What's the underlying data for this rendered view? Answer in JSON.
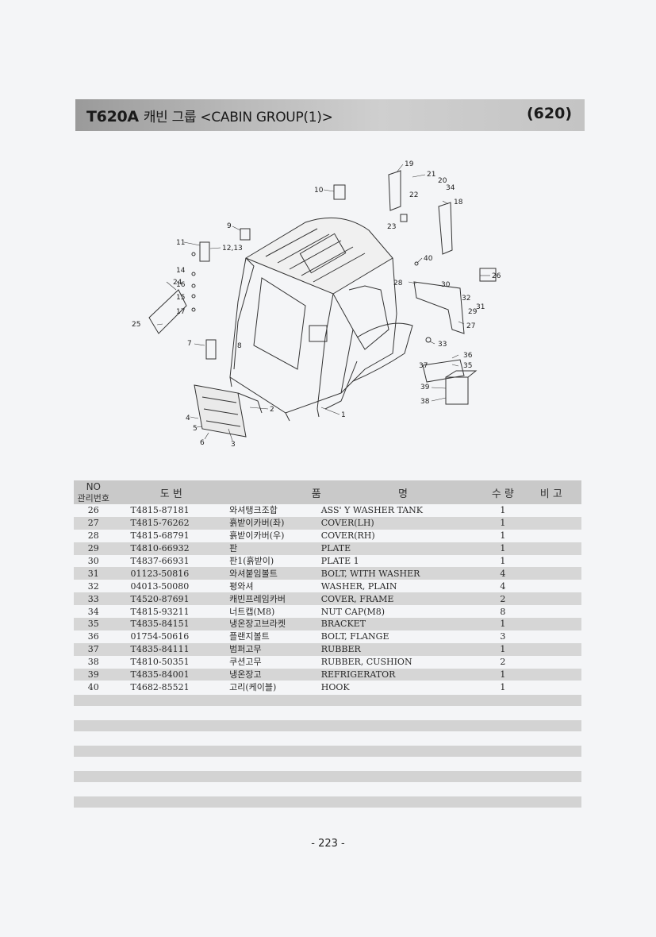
{
  "header": {
    "model": "T620A",
    "title": "캐빈 그룹 <CABIN GROUP(1)>",
    "code": "(620)"
  },
  "diagram": {
    "callouts": [
      "1",
      "2",
      "3",
      "4",
      "5",
      "6",
      "7",
      "8",
      "9",
      "10",
      "11",
      "12,13",
      "14",
      "15",
      "16",
      "17",
      "18",
      "19",
      "20",
      "21",
      "22",
      "23",
      "24",
      "25",
      "26",
      "27",
      "28",
      "29",
      "30",
      "31",
      "32",
      "33",
      "34",
      "35",
      "36",
      "37",
      "38",
      "39",
      "40"
    ]
  },
  "table": {
    "headers": {
      "no": "NO",
      "mgmt": "관리번호",
      "part_no": "도 번",
      "name_a": "품",
      "name_b": "명",
      "qty": "수 량",
      "remarks": "비 고"
    },
    "rows": [
      {
        "no": "26",
        "part_no": "T4815-87181",
        "name_kr": "와셔탱크조합",
        "name_en": "ASS' Y WASHER TANK",
        "qty": "1"
      },
      {
        "no": "27",
        "part_no": "T4815-76262",
        "name_kr": "흙받이카버(좌)",
        "name_en": "COVER(LH)",
        "qty": "1"
      },
      {
        "no": "28",
        "part_no": "T4815-68791",
        "name_kr": "흙받이카버(우)",
        "name_en": "COVER(RH)",
        "qty": "1"
      },
      {
        "no": "29",
        "part_no": "T4810-66932",
        "name_kr": "판",
        "name_en": "PLATE",
        "qty": "1"
      },
      {
        "no": "30",
        "part_no": "T4837-66931",
        "name_kr": "판1(흙받이)",
        "name_en": "PLATE 1",
        "qty": "1"
      },
      {
        "no": "31",
        "part_no": "01123-50816",
        "name_kr": "와셔붙임볼트",
        "name_en": "BOLT, WITH WASHER",
        "qty": "4"
      },
      {
        "no": "32",
        "part_no": "04013-50080",
        "name_kr": "평와셔",
        "name_en": "WASHER, PLAIN",
        "qty": "4"
      },
      {
        "no": "33",
        "part_no": "T4520-87691",
        "name_kr": "캐빈프레임카버",
        "name_en": "COVER, FRAME",
        "qty": "2"
      },
      {
        "no": "34",
        "part_no": "T4815-93211",
        "name_kr": "너트캡(M8)",
        "name_en": "NUT CAP(M8)",
        "qty": "8"
      },
      {
        "no": "35",
        "part_no": "T4835-84151",
        "name_kr": "냉온장고브라켓",
        "name_en": "BRACKET",
        "qty": "1"
      },
      {
        "no": "36",
        "part_no": "01754-50616",
        "name_kr": "플랜지볼트",
        "name_en": "BOLT, FLANGE",
        "qty": "3"
      },
      {
        "no": "37",
        "part_no": "T4835-84111",
        "name_kr": "범퍼고무",
        "name_en": "RUBBER",
        "qty": "1"
      },
      {
        "no": "38",
        "part_no": "T4810-50351",
        "name_kr": "쿠션고무",
        "name_en": "RUBBER, CUSHION",
        "qty": "2"
      },
      {
        "no": "39",
        "part_no": "T4835-84001",
        "name_kr": "냉온장고",
        "name_en": "REFRIGERATOR",
        "qty": "1"
      },
      {
        "no": "40",
        "part_no": "T4682-85521",
        "name_kr": "고리(케이블)",
        "name_en": "HOOK",
        "qty": "1"
      }
    ]
  },
  "page_number": "- 223 -"
}
